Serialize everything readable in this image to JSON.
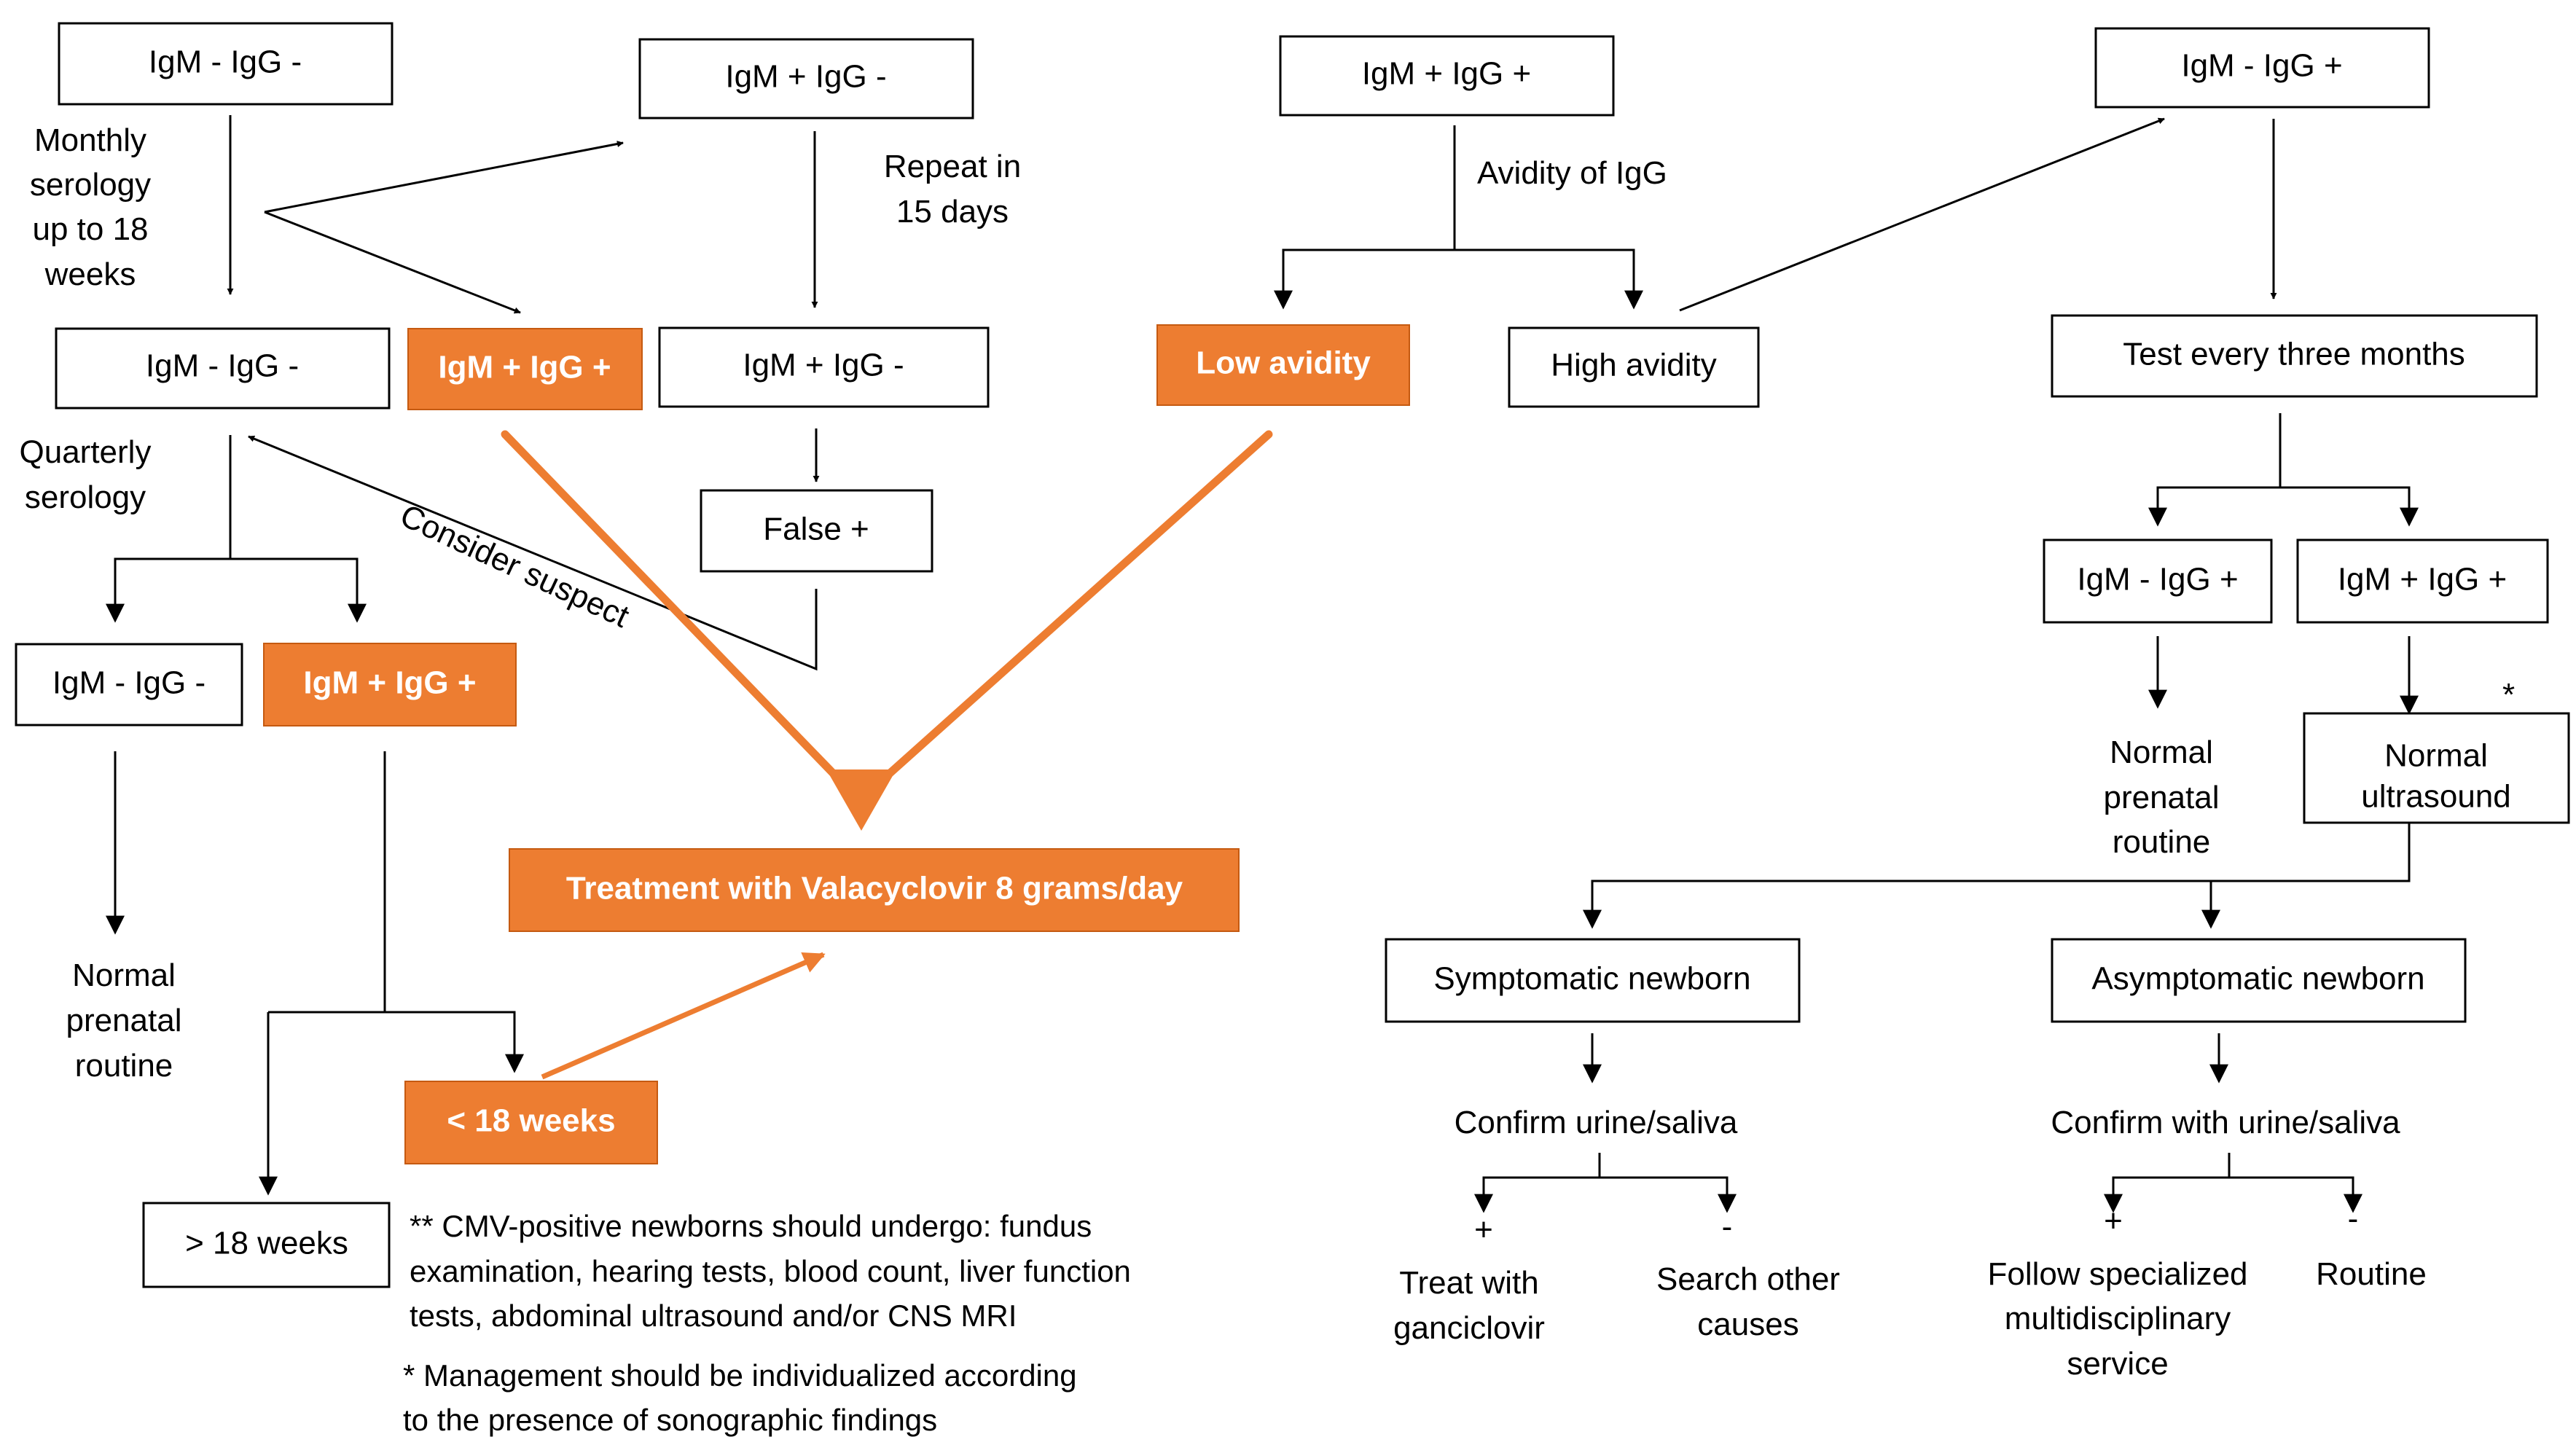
{
  "boxes": {
    "igm_neg_igg_neg_top": "IgM -  IgG -",
    "igm_pos_igg_neg_top": "IgM +  IgG -",
    "igm_pos_igg_pos_top": "IgM +  IgG +",
    "igm_neg_igg_pos_top": "IgM -  IgG +",
    "igm_neg_igg_neg_mid": "IgM -  IgG -",
    "igm_pos_igg_pos_orange_mid": "IgM + IgG +",
    "igm_pos_igg_neg_mid": "IgM +  IgG -",
    "low_avidity": "Low avidity",
    "high_avidity": "High avidity",
    "test_every_three_months": "Test every three months",
    "false_positive": "False +",
    "igm_neg_igg_neg_low": "IgM - IgG -",
    "igm_pos_igg_pos_orange_low": "IgM + IgG +",
    "igm_neg_igg_pos_right": "IgM - IgG +",
    "igm_pos_igg_pos_right": "IgM + IgG +",
    "normal_ultrasound": [
      "Normal",
      "ultrasound"
    ],
    "treatment": "Treatment with Valacyclovir 8 grams/day",
    "lt_18_weeks": "< 18 weeks",
    "gt_18_weeks": "> 18 weeks",
    "symptomatic_newborn": "Symptomatic  newborn",
    "asymptomatic_newborn": "Asymptomatic  newborn"
  },
  "labels": {
    "monthly_serology": [
      "Monthly",
      "serology",
      "up to 18",
      "weeks"
    ],
    "repeat_15_days": [
      "Repeat in",
      "15 days"
    ],
    "avidity_of_igg": "Avidity of IgG",
    "quarterly_serology": [
      "Quarterly",
      "serology"
    ],
    "consider_suspect": "Consider suspect",
    "normal_prenatal_left": [
      "Normal",
      "prenatal",
      "routine"
    ],
    "normal_prenatal_right": [
      "Normal",
      "prenatal",
      "routine"
    ],
    "asterisk": "*",
    "confirm_urine_saliva": "Confirm  urine/saliva",
    "confirm_with_urine_saliva": "Confirm  with urine/saliva",
    "plus_left": "+",
    "minus_left": "-",
    "plus_right": "+",
    "minus_right": "-",
    "treat_with_ganciclovir": [
      "Treat with",
      "ganciclovir"
    ],
    "search_other_causes": [
      "Search other",
      "causes"
    ],
    "follow_specialized": [
      "Follow specialized",
      "multidisciplinary",
      "service"
    ],
    "routine": "Routine"
  },
  "notes": {
    "note_newborns": [
      "** CMV-positive newborns  should undergo: fundus",
      "examination, hearing tests, blood count, liver function",
      "tests, abdominal ultrasound and/or CNS MRI"
    ],
    "note_management": [
      "* Management should be individualized according",
      "to the presence of sonographic findings"
    ]
  },
  "colors": {
    "accent": "#ed7d31",
    "line": "#000000",
    "box_fill": "#ffffff"
  }
}
